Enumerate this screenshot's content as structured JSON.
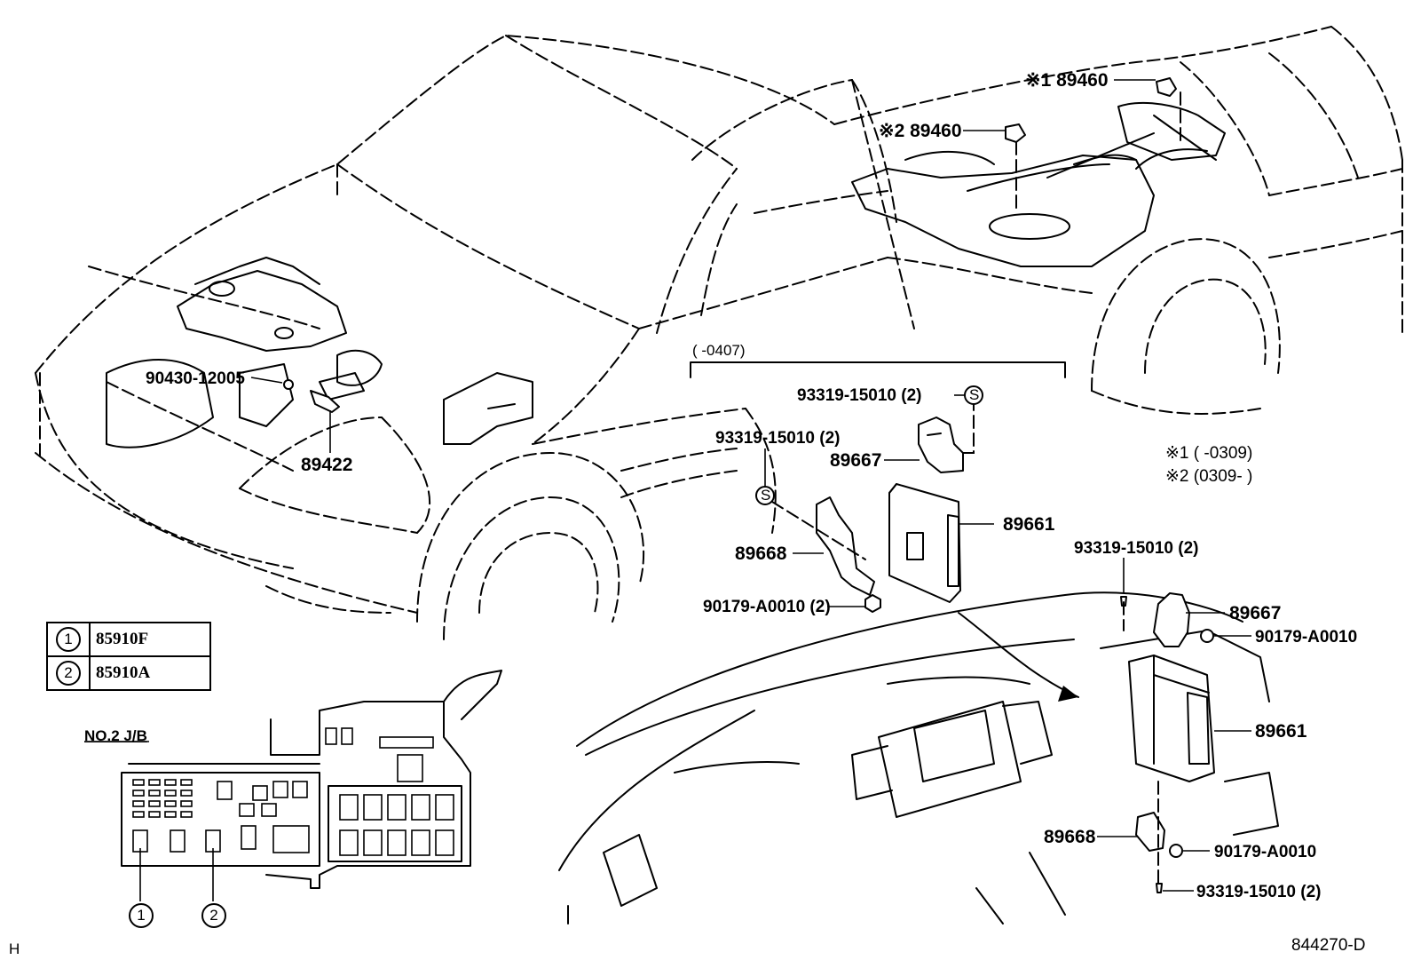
{
  "front_parts": {
    "grommet": "90430-12005",
    "engine_sensor": "89422"
  },
  "rear_parts": {
    "sensor_v1": "※1 89460",
    "sensor_v2": "※2 89460"
  },
  "early_ecu": {
    "range": "(        -0407)",
    "screw_top": "93319-15010 (2)",
    "screw_left": "93319-15010 (2)",
    "bracket_upper": "89667",
    "bracket_lower": "89668",
    "ecu": "89661",
    "nut": "90179-A0010 (2)",
    "screw_symbol": "S"
  },
  "notes": {
    "note1": "※1  (        -0309)",
    "note2": "※2  (0309-        )"
  },
  "late_ecu": {
    "screw_top": "93319-15010 (2)",
    "bracket_upper": "89667",
    "nut_upper": "90179-A0010",
    "ecu": "89661",
    "bracket_lower": "89668",
    "nut_lower": "90179-A0010",
    "screw_bottom": "93319-15010 (2)"
  },
  "legend": [
    {
      "num": "1",
      "code": "85910F"
    },
    {
      "num": "2",
      "code": "85910A"
    }
  ],
  "junction_block": {
    "title": "NO.2 J/B",
    "pin1": "1",
    "pin2": "2"
  },
  "footer": {
    "corner_letter": "H",
    "drawing_id": "844270-D"
  }
}
